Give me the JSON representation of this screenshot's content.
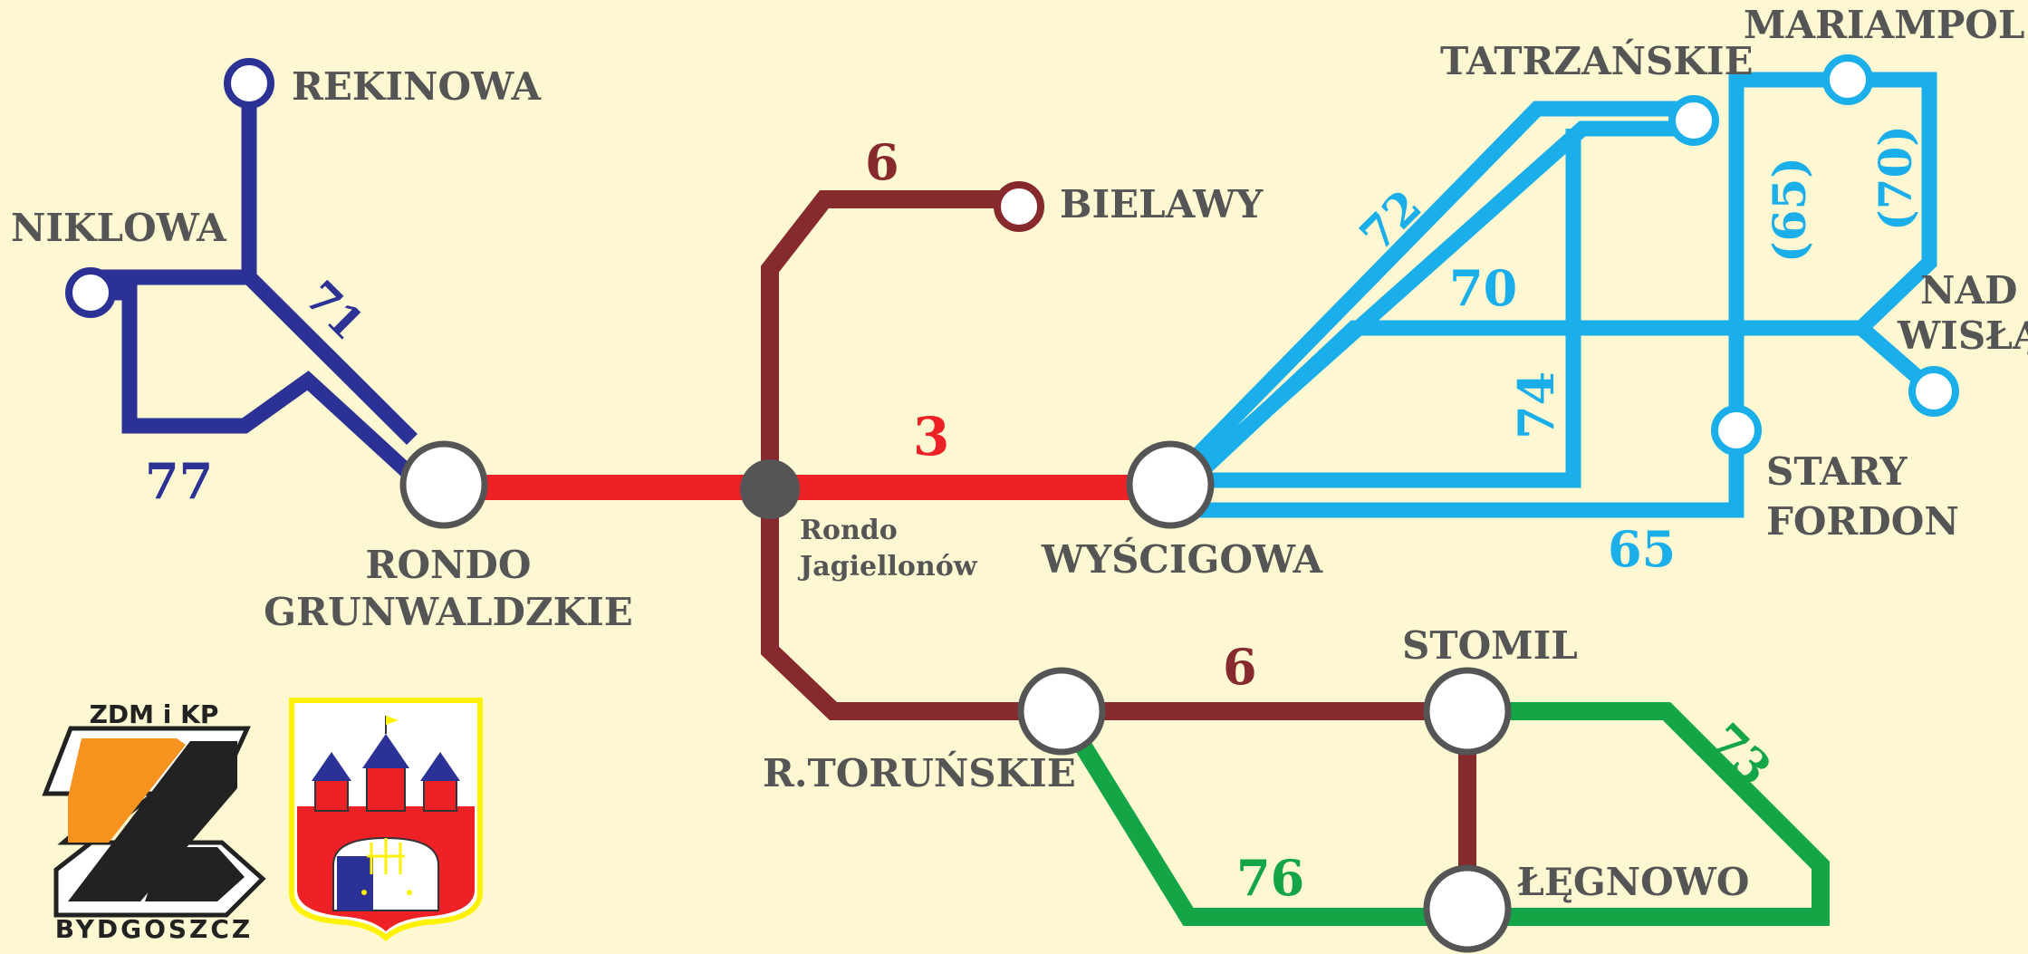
{
  "map": {
    "colors": {
      "background": "#fdf8d2",
      "line_3": "#ee2127",
      "line_6": "#862a2e",
      "line_71_77": "#2b3195",
      "line_65_70_72_74": "#1aaeea",
      "line_73_76": "#14a547",
      "stop_label": "#555555",
      "hub_fill": "#555555",
      "terminal_fill": "#ffffff"
    },
    "stops": {
      "rekinowa": "REKINOWA",
      "niklowa": "NIKLOWA",
      "rondo_grunwaldzkie_1": "RONDO",
      "rondo_grunwaldzkie_2": "GRUNWALDZKIE",
      "bielawy": "BIELAWY",
      "rondo_jagiellonow_1": "Rondo",
      "rondo_jagiellonow_2": "Jagiellonów",
      "wyscigowa": "WYŚCIGOWA",
      "tatrzanskie": "TATRZAŃSKIE",
      "mariampol": "MARIAMPOL",
      "nad_wisla_1": "NAD",
      "nad_wisla_2": "WISŁĄ",
      "stary_fordon_1": "STARY",
      "stary_fordon_2": "FORDON",
      "r_torunskie": "R.TORUŃSKIE",
      "stomil": "STOMIL",
      "legnowo": "ŁĘGNOWO"
    },
    "lines": {
      "l71": "71",
      "l77": "77",
      "l6_top": "6",
      "l3": "3",
      "l72": "72",
      "l70": "70",
      "l74": "74",
      "l65": "65",
      "l65_paren": "(65)",
      "l70_paren": "(70)",
      "l6_bottom": "6",
      "l73": "73",
      "l76": "76"
    },
    "logos": {
      "zdm_title": "ZDM i KP",
      "zdm_city": "BYDGOSZCZ",
      "zdm_colors": {
        "orange": "#f7931e",
        "dark": "#222222"
      },
      "crest_colors": {
        "shield": "#ee2127",
        "border": "#fff200",
        "tower_roof": "#2b3195"
      }
    }
  }
}
